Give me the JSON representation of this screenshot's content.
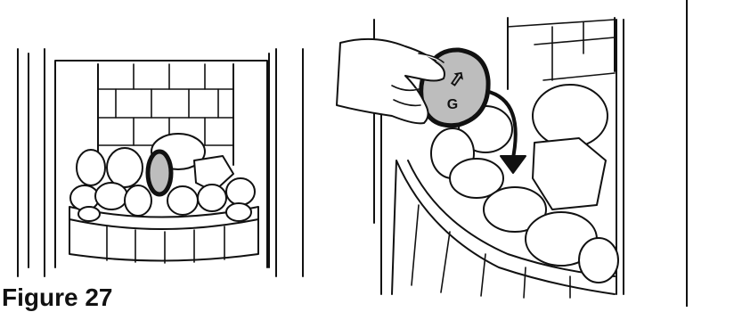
{
  "figure": {
    "caption": "Figure 27",
    "stone_marks": {
      "up_arrow": "⇧",
      "letter": "G"
    },
    "colors": {
      "line": "#111111",
      "highlight_stone": "#bdbdbd",
      "background": "#ffffff"
    }
  },
  "panels": [
    {
      "id": "left",
      "description_icon": "fireplace-with-stones-icon"
    },
    {
      "id": "right",
      "description_icon": "hand-placing-stone-icon"
    }
  ]
}
